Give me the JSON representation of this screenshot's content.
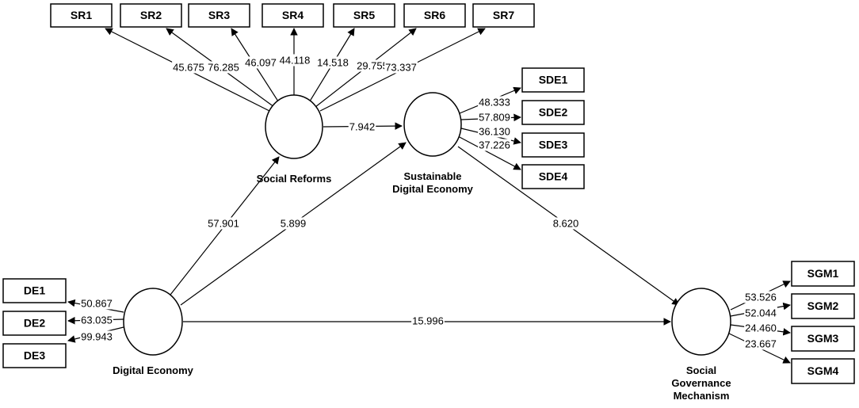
{
  "constructs": {
    "social_reforms": {
      "label_lines": [
        "Social Reforms"
      ]
    },
    "sustainable_digital_economy": {
      "label_lines": [
        "Sustainable",
        "Digital Economy"
      ]
    },
    "digital_economy": {
      "label_lines": [
        "Digital Economy"
      ]
    },
    "social_governance_mechanism": {
      "label_lines": [
        "Social",
        "Governance",
        "Mechanism"
      ]
    }
  },
  "indicators": {
    "SR1": "SR1",
    "SR2": "SR2",
    "SR3": "SR3",
    "SR4": "SR4",
    "SR5": "SR5",
    "SR6": "SR6",
    "SR7": "SR7",
    "SDE1": "SDE1",
    "SDE2": "SDE2",
    "SDE3": "SDE3",
    "SDE4": "SDE4",
    "DE1": "DE1",
    "DE2": "DE2",
    "DE3": "DE3",
    "SGM1": "SGM1",
    "SGM2": "SGM2",
    "SGM3": "SGM3",
    "SGM4": "SGM4"
  },
  "outer_loadings": {
    "SR1": "45.675",
    "SR2": "76.285",
    "SR3": "46.097",
    "SR4": "44.118",
    "SR5": "14.518",
    "SR6": "29.755",
    "SR7": "73.337",
    "SDE1": "48.333",
    "SDE2": "57.809",
    "SDE3": "36.130",
    "SDE4": "37.226",
    "DE1": "50.867",
    "DE2": "63.035",
    "DE3": "99.943",
    "SGM1": "53.526",
    "SGM2": "52.044",
    "SGM3": "24.460",
    "SGM4": "23.667"
  },
  "paths": {
    "social_reforms_to_sde": "7.942",
    "digital_economy_to_social_reforms": "57.901",
    "digital_economy_to_sde": "5.899",
    "sde_to_sgm": "8.620",
    "digital_economy_to_sgm": "15.996"
  }
}
